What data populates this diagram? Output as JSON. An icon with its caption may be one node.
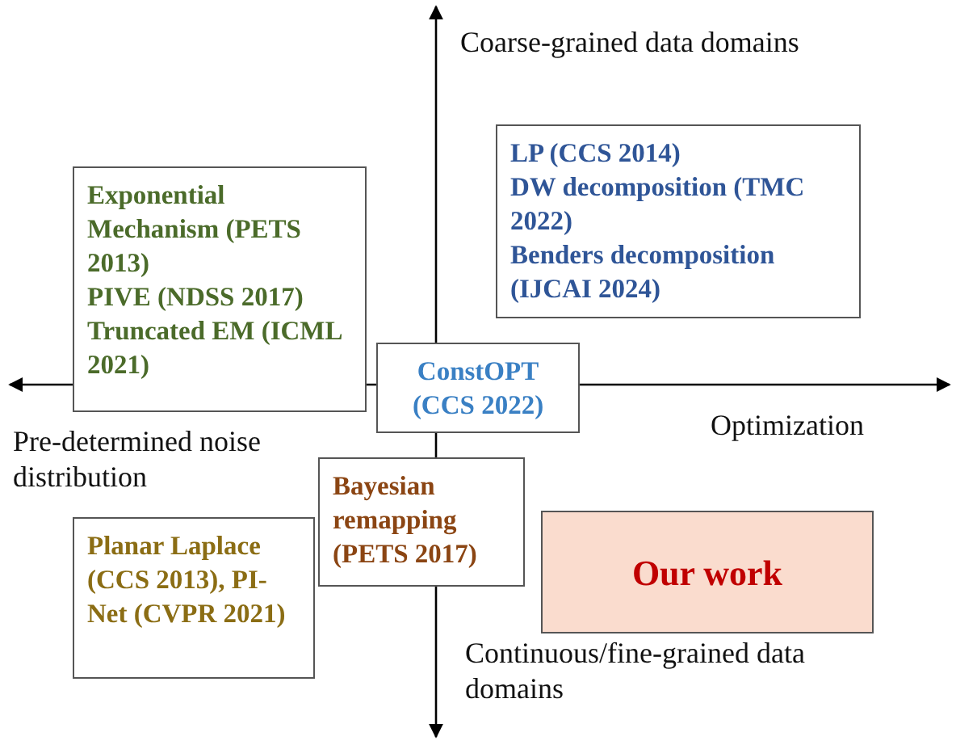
{
  "diagram": {
    "nodes": [
      {
        "text": [
          "Exponential Mechanism (PETS 2013)",
          "PIVE (NDSS 2017)",
          "Truncated EM (ICML 2021)"
        ]
      },
      {
        "text": [
          "LP (CCS 2014)",
          "DW decomposition (TMC 2022)",
          "Benders decomposition (IJCAI 2024)"
        ]
      },
      {
        "text": [
          "ConstOPT (CCS 2022)"
        ]
      },
      {
        "text": [
          "Bayesian remapping (PETS 2017)"
        ]
      },
      {
        "text": [
          "Planar Laplace (CCS 2013), PI-Net (CVPR 2021)"
        ]
      },
      {
        "text": [
          "Our work"
        ]
      }
    ],
    "edges": [],
    "labels": [
      "Coarse-grained data domains",
      "Optimization",
      "Pre-determined noise distribution",
      "Continuous/fine-grained data domains"
    ]
  }
}
